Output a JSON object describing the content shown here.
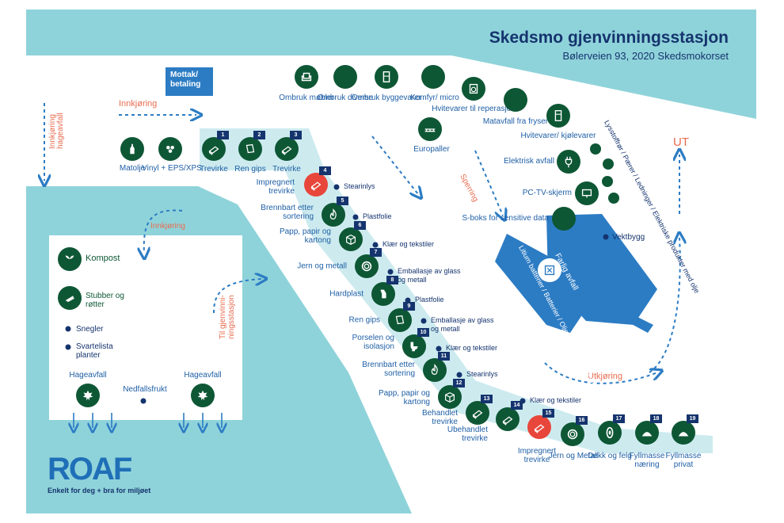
{
  "header": {
    "title": "Skedsmo gjenvinningsstasjon",
    "address": "Bølerveien 93, 2020 Skedsmokorset"
  },
  "colors": {
    "background_teal": "#8fd3da",
    "ground_white": "#ffffff",
    "lane_light": "#cdebef",
    "icon_green": "#0e5735",
    "icon_red": "#e8463b",
    "navy": "#15346e",
    "text_blue": "#1f5fa6",
    "accent_orange": "#e86c4f",
    "building_blue": "#2c7cc4"
  },
  "mottak": "Mottak/ betaling",
  "traffic": {
    "innkjoring": "Innkjøring",
    "innkjoring_hageavfall": "Innkjøring hageavfall",
    "innkjoring_hage_area": "Innkjøring",
    "til_gjenvinning": "Til gjenvinni- ningsstasjon",
    "sperring": "Sperring",
    "utkjoring": "Utkjøring",
    "ut": "UT"
  },
  "top_row": [
    {
      "label": "Ombruk møbler",
      "icon": "armchair-icon"
    },
    {
      "label": "Ombruk diverse",
      "icon": "none"
    },
    {
      "label": "Ombruk byggevarer",
      "icon": "door-icon"
    },
    {
      "label": "Komfyr/ micro",
      "icon": "none"
    },
    {
      "label": "Hvitevarer til reperasjon",
      "icon": "washer-icon"
    },
    {
      "label": "Matavfall fra fryser",
      "icon": "none"
    }
  ],
  "europaller": "Europaller",
  "left_row": [
    {
      "label": "Matolje",
      "icon": "bottle-icon"
    },
    {
      "label": "Vinyl + EPS/XPS",
      "icon": "styrofoam-icon"
    }
  ],
  "numbered": [
    {
      "n": "1",
      "label": "Trevirke",
      "icon": "wood-icon",
      "red": false
    },
    {
      "n": "2",
      "label": "Ren gips",
      "icon": "board-icon",
      "red": false
    },
    {
      "n": "3",
      "label": "Trevirke",
      "icon": "wood-icon",
      "red": false
    },
    {
      "n": "4",
      "label": "Impregnert trevirke",
      "icon": "wood-icon",
      "red": true
    },
    {
      "n": "5",
      "label": "Brennbart etter sortering",
      "icon": "flame-icon",
      "red": false
    },
    {
      "n": "6",
      "label": "Papp, papir og kartong",
      "icon": "box-icon",
      "red": false
    },
    {
      "n": "7",
      "label": "Jern og metall",
      "icon": "metal-icon",
      "red": false
    },
    {
      "n": "8",
      "label": "Hardplast",
      "icon": "plastic-icon",
      "red": false
    },
    {
      "n": "9",
      "label": "Ren gips",
      "icon": "board-icon",
      "red": false
    },
    {
      "n": "10",
      "label": "Porselen og isolasjon",
      "icon": "toilet-icon",
      "red": false
    },
    {
      "n": "11",
      "label": "Brennbart etter sortering",
      "icon": "flame-icon",
      "red": false
    },
    {
      "n": "12",
      "label": "Papp, papir og kartong",
      "icon": "box-icon",
      "red": false
    },
    {
      "n": "13",
      "label": "Behandlet trevirke",
      "icon": "wood-icon",
      "red": false
    },
    {
      "n": "14",
      "label": "Ubehandlet trevirke",
      "icon": "wood-icon",
      "red": false
    },
    {
      "n": "15",
      "label": "Impregnert trevirke",
      "icon": "wood-icon",
      "red": true
    },
    {
      "n": "16",
      "label": "Jern og Metall",
      "icon": "metal-icon",
      "red": false
    },
    {
      "n": "17",
      "label": "Dekk og felg",
      "icon": "tire-icon",
      "red": false
    },
    {
      "n": "18",
      "label": "Fyllmasse næring",
      "icon": "soil-icon",
      "red": false
    },
    {
      "n": "19",
      "label": "Fyllmasse privat",
      "icon": "soil-icon",
      "red": false
    }
  ],
  "small_points": [
    "Stearinlys",
    "Plastfolie",
    "Klær og tekstiler",
    "Emballasje av glass og metall",
    "Plastfolie",
    "Emballasje av glass og metall",
    "Klær og tekstiler",
    "Stearinlys",
    "Klær og tekstiler"
  ],
  "right_column": [
    {
      "label": "Hvitevarer/ kjølevarer",
      "icon": "fridge-icon"
    },
    {
      "label": "Elektrisk avfall",
      "icon": "plug-icon"
    },
    {
      "label": "PC-TV-skjerm",
      "icon": "monitor-icon"
    },
    {
      "label": "S-boks for sensitive data",
      "icon": "none"
    }
  ],
  "diagonal": "Lysstoffrør / Pærer / Ledninger / Elektriske produkter med olje",
  "farlig_avfall": "Farlig avfall",
  "farlig_list": "Litium batterier / Batterier / Olje, maling, lim / Asbest / Vinduer",
  "vektbygg": "Vektbygg",
  "hage": {
    "kompost": "Kompost",
    "stubber": "Stubber og røtter",
    "snegler": "Snegler",
    "svartelista": "Svartelista planter",
    "hageavfall_1": "Hageavfall",
    "nedfallsfrukt": "Nedfallsfrukt",
    "hageavfall_2": "Hageavfall"
  },
  "logo": {
    "brand": "ROAF",
    "tagline": "Enkelt for deg + bra for miljøet"
  }
}
